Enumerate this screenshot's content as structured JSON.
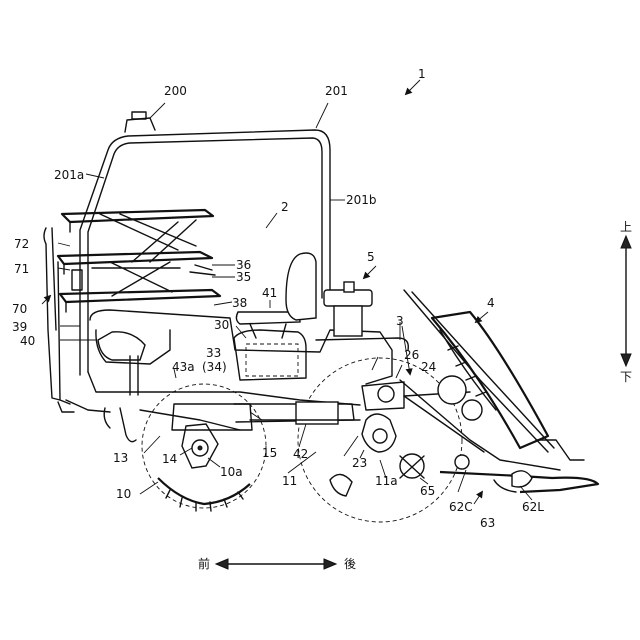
{
  "labels": {
    "n1": "1",
    "n2": "2",
    "n3": "3",
    "n4": "4",
    "n5": "5",
    "n10": "10",
    "n10a": "10a",
    "n11": "11",
    "n11a": "11a",
    "n13": "13",
    "n14": "14",
    "n15": "15",
    "n23": "23",
    "n24": "24",
    "n26": "26",
    "n30": "30",
    "n33": "33",
    "n34": "(34)",
    "n35": "35",
    "n36": "36",
    "n38": "38",
    "n39": "39",
    "n40": "40",
    "n41": "41",
    "n42": "42",
    "n43a": "43a",
    "n62C": "62C",
    "n62L": "62L",
    "n63": "63",
    "n65": "65",
    "n70": "70",
    "n71": "71",
    "n72": "72",
    "n200": "200",
    "n201": "201",
    "n201a": "201a",
    "n201b": "201b"
  },
  "directions": {
    "up": "上",
    "down": "下",
    "front": "前",
    "rear": "後"
  }
}
